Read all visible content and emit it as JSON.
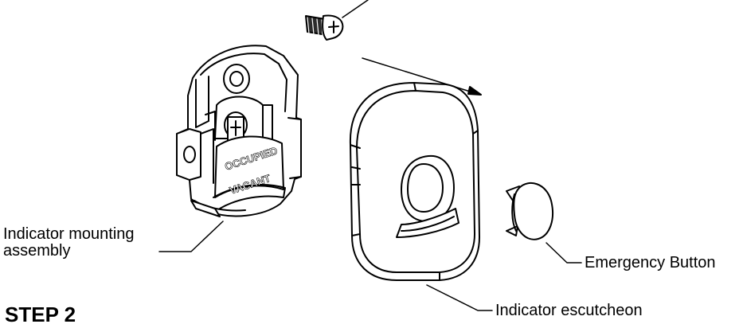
{
  "labels": {
    "indicator_mounting_line1": "Indicator mounting",
    "indicator_mounting_line2": "assembly",
    "emergency_button": "Emergency Button",
    "indicator_escutcheon": "Indicator escutcheon",
    "step": "STEP 2"
  },
  "badge": {
    "occupied": "OCCUPIED",
    "vacant": "VACANT"
  }
}
